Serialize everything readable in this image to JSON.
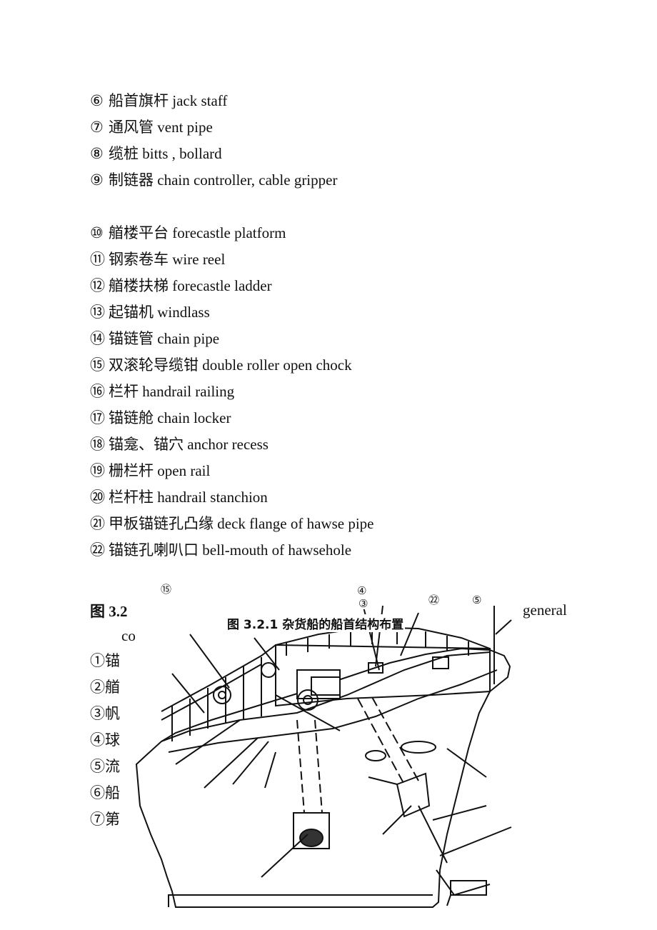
{
  "glossary": [
    {
      "num": "⑥",
      "zh": "船首旗杆",
      "en": "jack staff"
    },
    {
      "num": "⑦",
      "zh": "通风管",
      "en": "vent pipe"
    },
    {
      "num": "⑧",
      "zh": "缆桩",
      "en": "bitts , bollard"
    },
    {
      "num": "⑨",
      "zh": "制链器",
      "en": "chain controller, cable gripper"
    },
    {
      "num": "⑩",
      "zh": "艏楼平台",
      "en": "forecastle platform"
    },
    {
      "num": "⑪",
      "zh": "钢索卷车",
      "en": "wire reel"
    },
    {
      "num": "⑫",
      "zh": "艏楼扶梯",
      "en": "forecastle ladder"
    },
    {
      "num": "⑬",
      "zh": "起锚机",
      "en": "windlass"
    },
    {
      "num": "⑭",
      "zh": "锚链管",
      "en": "chain pipe"
    },
    {
      "num": "⑮",
      "zh": "双滚轮导缆钳",
      "en": "double roller open chock"
    },
    {
      "num": "⑯",
      "zh": "栏杆",
      "en": "handrail railing"
    },
    {
      "num": "⑰",
      "zh": "锚链舱",
      "en": "chain locker"
    },
    {
      "num": "⑱",
      "zh": "锚龛、锚穴",
      "en": "anchor recess"
    },
    {
      "num": "⑲",
      "zh": "栅栏杆",
      "en": "open rail"
    },
    {
      "num": "⑳",
      "zh": "栏杆柱",
      "en": "handrail stanchion"
    },
    {
      "num": "㉑",
      "zh": "甲板锚链孔凸缘",
      "en": "deck flange of hawse pipe"
    },
    {
      "num": "㉒",
      "zh": "锚链孔喇叭口",
      "en": "bell-mouth of hawsehole"
    }
  ],
  "caption_left": "图 3.2",
  "general_word": "general",
  "cont_co": "co",
  "side_list": [
    "①锚",
    "②艏",
    "③帆",
    "④球",
    "⑤流",
    "⑥船",
    "⑦第"
  ],
  "figure": {
    "title": "图 3.2.1  杂货船的船首结构布置",
    "callouts": {
      "c15": "⑮",
      "c4": "④",
      "c3": "③",
      "c22": "㉒",
      "c5": "⑤"
    }
  }
}
